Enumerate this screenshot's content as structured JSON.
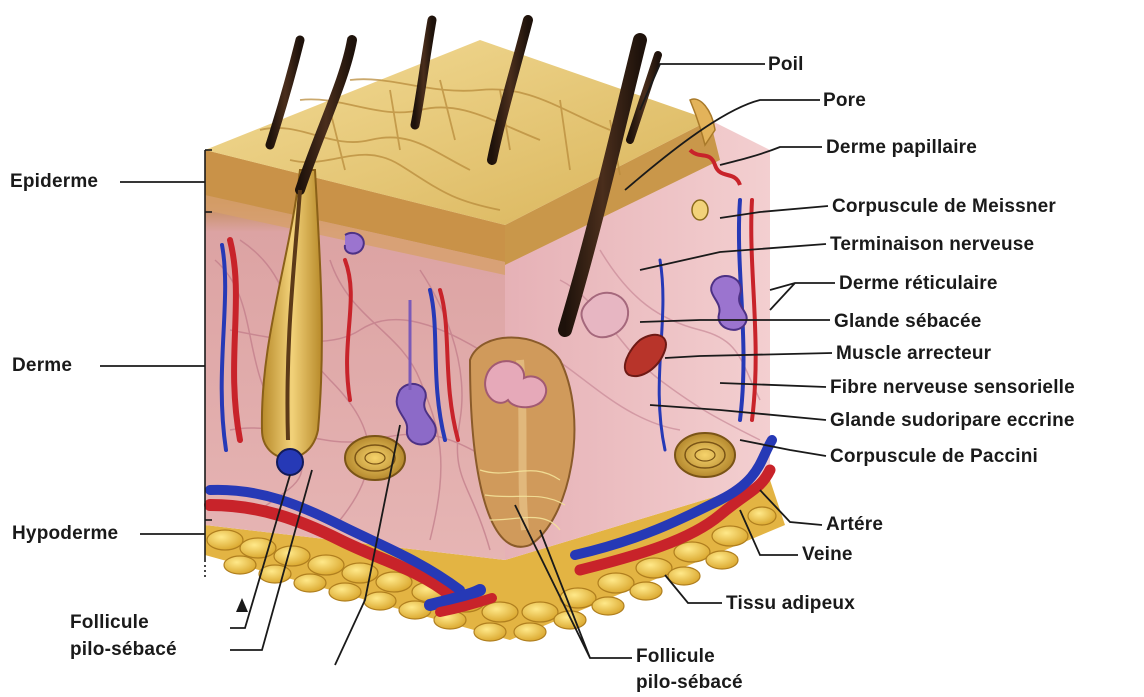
{
  "labels": {
    "poil": "Poil",
    "pore": "Pore",
    "derme_papillaire": "Derme papillaire",
    "corpuscule_meissner": "Corpuscule de Meissner",
    "terminaison_nerveuse": "Terminaison nerveuse",
    "derme_reticulaire": "Derme réticulaire",
    "glande_sebacee": "Glande sébacée",
    "muscle_arrecteur": "Muscle arrecteur",
    "fibre_nerveuse": "Fibre nerveuse sensorielle",
    "glande_sudoripare": "Glande sudoripare eccrine",
    "corpuscule_paccini": "Corpuscule de Paccini",
    "artere": "Artére",
    "veine": "Veine",
    "tissu_adipeux": "Tissu adipeux",
    "epiderme": "Epiderme",
    "derme": "Derme",
    "hypoderme": "Hypoderme",
    "follicule_left_1": "Follicule",
    "follicule_left_2": "pilo-sébacé",
    "follicule_bottom_1": "Follicule",
    "follicule_bottom_2": "pilo-sébacé"
  },
  "colors": {
    "epidermis": "#e9c877",
    "dermis": "#d9a3a6",
    "artery": "#d32b2b",
    "vein": "#2a3fbf",
    "fat": "#f2c94c",
    "hair": "#3b2418",
    "leader_line": "#1a1a1a"
  }
}
